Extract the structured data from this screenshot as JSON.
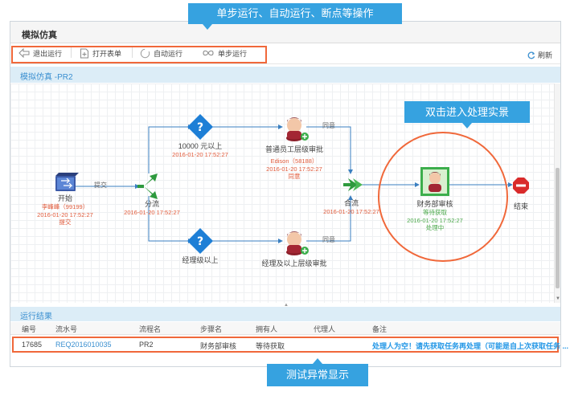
{
  "window": {
    "title": "模拟仿真"
  },
  "toolbar": {
    "buttons": [
      {
        "label": "退出运行",
        "icon": "exit-arrow-icon"
      },
      {
        "label": "打开表单",
        "icon": "add-form-icon"
      },
      {
        "label": "自动运行",
        "icon": "auto-run-circle-icon"
      },
      {
        "label": "单步运行",
        "icon": "step-infinity-icon"
      }
    ],
    "refresh_label": "刷新"
  },
  "simulation": {
    "title": "模拟仿真 -PR2"
  },
  "flow": {
    "start": {
      "name": "开始",
      "user": "李峰峰（99199）",
      "time": "2016-01-20 17:52:27",
      "action": "提交"
    },
    "split": {
      "name": "分流",
      "time": "2016-01-20 17:52:27"
    },
    "submit_label": "提交",
    "cond_upper": {
      "name": "10000 元以上",
      "time": "2016-01-20 17:52:27"
    },
    "cond_lower": {
      "name": "经理级以上"
    },
    "approve_upper": {
      "name": "普通员工层级审批",
      "user": "Edison（58188）",
      "time": "2016-01-20 17:52:27",
      "action": "同意"
    },
    "approve_lower": {
      "name": "经理及以上层级审批"
    },
    "agree_upper": "同意",
    "agree_lower": "同意",
    "merge": {
      "name": "合流",
      "time": "2016-01-20 17:52:27"
    },
    "finance": {
      "name": "财务部审核",
      "status": "等待获取",
      "time": "2016-01-20 17:52:27",
      "state": "处理中"
    },
    "end": {
      "name": "结束"
    }
  },
  "results": {
    "title": "运行结果",
    "columns": [
      "编号",
      "流水号",
      "流程名",
      "步骤名",
      "拥有人",
      "代理人",
      "备注"
    ],
    "rows": [
      {
        "id": "17685",
        "serial": "REQ2016010035",
        "process": "PR2",
        "step": "财务部审核",
        "owner": "等待获取",
        "proxy": "",
        "note": "处理人为空！请先获取任务再处理（可能是自上次获取任务 ..."
      }
    ]
  },
  "callouts": {
    "toolbar": "单步运行、自动运行、断点等操作",
    "double_click": "双击进入处理实景",
    "error": "测试异常显示"
  },
  "colors": {
    "accent": "#36a2e0",
    "highlight": "#f0683a",
    "link": "#3a8fd0",
    "error_text": "#2196e6"
  }
}
